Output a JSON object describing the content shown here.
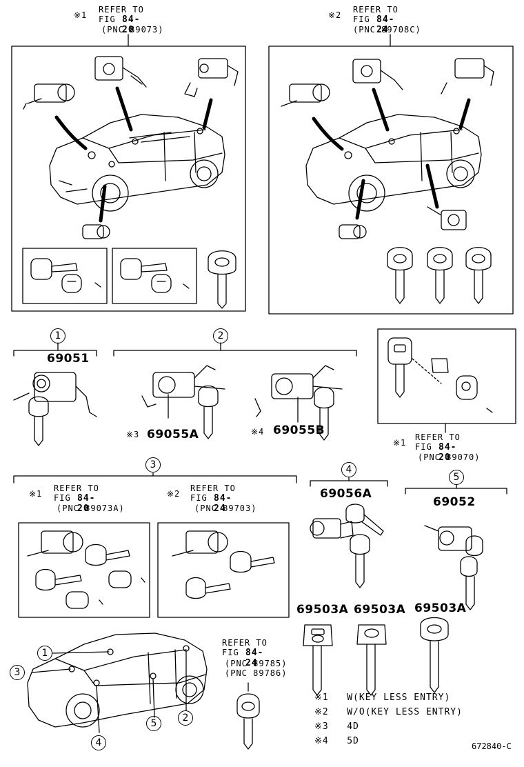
{
  "refs": {
    "r1": {
      "mark": "※1",
      "line1": "REFER TO",
      "fig_prefix": "FIG ",
      "fig": "84-20",
      "pnc": "(PNC 89073)"
    },
    "r2": {
      "mark": "※2",
      "line1": "REFER TO",
      "fig_prefix": "FIG ",
      "fig": "84-24",
      "pnc": "(PNC 89708C)"
    },
    "r3": {
      "mark": "※1",
      "line1": "REFER TO",
      "fig_prefix": "FIG ",
      "fig": "84-20",
      "pnc": "(PNC 89070)"
    },
    "r4": {
      "mark": "※1",
      "line1": "REFER TO",
      "fig_prefix": "FIG ",
      "fig": "84-20",
      "pnc": "(PNC 89073A)"
    },
    "r5": {
      "mark": "※2",
      "line1": "REFER TO",
      "fig_prefix": "FIG ",
      "fig": "84-24",
      "pnc": "(PNC 89703)"
    },
    "r6": {
      "line1": "REFER TO",
      "fig_prefix": "FIG ",
      "fig": "84-24",
      "pnc1": "(PNC 89785)",
      "pnc2": "(PNC 89786)"
    }
  },
  "groups": {
    "g1": "1",
    "g2": "2",
    "g3": "3",
    "g4": "4",
    "g5": "5"
  },
  "parts": {
    "p69051": "69051",
    "p69055a": "69055A",
    "p69055a_mark": "※3",
    "p69055b": "69055B",
    "p69055b_mark": "※4",
    "p69056a": "69056A",
    "p69052": "69052",
    "p69503a_1": "69503A",
    "p69503a_2": "69503A",
    "p69503a_3": "69503A"
  },
  "car_callouts": {
    "c1": "1",
    "c2": "2",
    "c3": "3",
    "c4": "4",
    "c5": "5"
  },
  "legend": [
    {
      "mark": "※1",
      "text": "W(KEY LESS ENTRY)"
    },
    {
      "mark": "※2",
      "text": "W/O(KEY LESS ENTRY)"
    },
    {
      "mark": "※3",
      "text": "4D"
    },
    {
      "mark": "※4",
      "text": "5D"
    }
  ],
  "footer": {
    "code": "672840-C"
  }
}
